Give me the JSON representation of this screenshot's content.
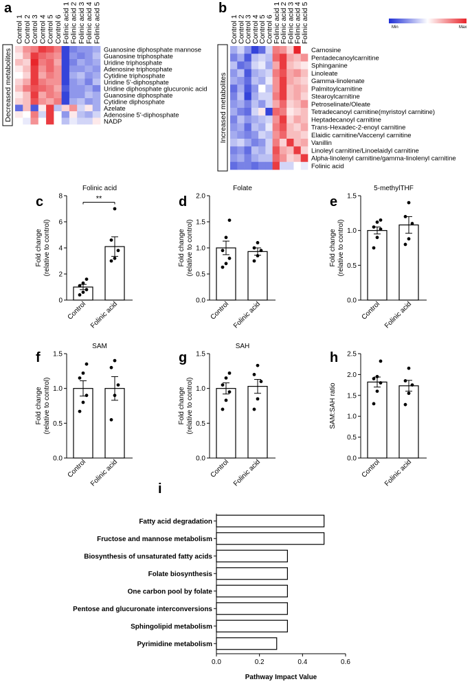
{
  "colors": {
    "min": "#1f2fd6",
    "mid": "#ffffff",
    "max": "#e8252b"
  },
  "chart_data": [
    {
      "panel": "a",
      "type": "heatmap",
      "legend_label": "Decreased metabolites",
      "columns": [
        "Control 1",
        "Control 2",
        "Control 3",
        "Control 4",
        "Control 5",
        "Control 6",
        "Folinic acid 1",
        "Folinic acid 2",
        "Folinic acid 3",
        "Folinic acid 4",
        "Folinic acid 5"
      ],
      "rows": [
        "Guanosine diphosphate mannose",
        "Guanosine triphosphate",
        "Uridine triphosphate",
        "Adenosine triphosphate",
        "Cytidine triphosphate",
        "Uridine 5'-diphosphate",
        "Uridine diphosphate glucuronic acid",
        "Guanosine diphosphate",
        "Cytidine diphosphate",
        "Azelate",
        "Adenosine 5'-diphosphate",
        "NADP"
      ],
      "values": [
        [
          0.2,
          0.5,
          0.6,
          0.9,
          0.8,
          0.6,
          -0.9,
          -0.6,
          -0.5,
          -0.5,
          -0.4
        ],
        [
          0.1,
          0.4,
          0.9,
          0.7,
          0.6,
          0.5,
          -0.9,
          -0.5,
          -0.6,
          -0.5,
          -0.3
        ],
        [
          0.3,
          0.2,
          1.0,
          0.6,
          0.7,
          0.4,
          -0.9,
          -0.6,
          -0.4,
          -0.5,
          -0.4
        ],
        [
          0.1,
          0.3,
          0.9,
          0.5,
          0.7,
          0.5,
          -0.9,
          -0.5,
          -0.5,
          -0.4,
          -0.5
        ],
        [
          0.0,
          0.2,
          0.9,
          0.4,
          0.6,
          0.5,
          -0.9,
          -0.4,
          -0.3,
          -0.5,
          -0.4
        ],
        [
          0.2,
          0.4,
          0.9,
          0.6,
          0.5,
          0.5,
          -0.9,
          -0.5,
          -0.4,
          -0.6,
          -0.3
        ],
        [
          0.3,
          0.6,
          0.8,
          0.7,
          0.6,
          0.4,
          -0.8,
          -0.5,
          -0.5,
          -0.4,
          -0.6
        ],
        [
          0.1,
          0.3,
          0.9,
          0.4,
          0.6,
          0.5,
          -0.9,
          -0.5,
          -0.5,
          -0.3,
          -0.4
        ],
        [
          0.2,
          0.3,
          0.8,
          0.5,
          0.4,
          0.6,
          -0.9,
          -0.4,
          -0.3,
          -0.5,
          -0.4
        ],
        [
          -0.7,
          0.3,
          -0.8,
          0.1,
          0.9,
          -0.3,
          0.2,
          0.5,
          -0.2,
          0.1,
          -0.4
        ],
        [
          0.1,
          0.0,
          0.6,
          -0.2,
          0.9,
          0.0,
          -0.5,
          0.1,
          -0.3,
          -0.4,
          -0.2
        ],
        [
          0.0,
          -0.1,
          0.5,
          0.0,
          0.9,
          0.0,
          -0.3,
          -0.1,
          -0.2,
          -0.2,
          0.1
        ]
      ]
    },
    {
      "panel": "b",
      "type": "heatmap",
      "legend_label": "Increased metabolites",
      "scale_min": "Min",
      "scale_max": "Max",
      "columns": [
        "Control 1",
        "Control 2",
        "Control 3",
        "Control 4",
        "Control 5",
        "Control 6",
        "Folinic acid 1",
        "Folinic acid 2",
        "Folinic acid 3",
        "Folinic acid 4",
        "Folinic acid 5"
      ],
      "rows": [
        "Carnosine",
        "Pentadecanoylcarnitine",
        "Sphinganine",
        "Linoleate",
        "Gamma-linolenate",
        "Palmitoylcarnitine",
        "Stearoylcarnitine",
        "Petroselinate/Oleate",
        "Tetradecanoyl carnitine(myristoyl carnitine)",
        "Heptadecanoyl carnitine",
        "Trans-Hexadec-2-enoyl carnitine",
        "Elaidic carnitine/Vaccenyl carnitine",
        "Vanillin",
        "Linoleyl carnitine/Linoelaidyl carnitine",
        "Alpha-linolenyl carnitine/gamma-linolenyl carnitine",
        "Folinic acid"
      ],
      "values": [
        [
          -0.4,
          -0.2,
          -0.5,
          -0.9,
          -0.7,
          -0.2,
          0.6,
          0.5,
          0.2,
          1.0,
          0.0
        ],
        [
          -0.6,
          -0.4,
          -0.8,
          -0.3,
          -0.2,
          -0.3,
          0.7,
          0.9,
          0.4,
          0.3,
          0.5
        ],
        [
          -0.3,
          -0.7,
          -0.6,
          -0.2,
          -0.1,
          -0.4,
          0.4,
          0.9,
          0.3,
          0.2,
          0.1
        ],
        [
          -0.5,
          -0.3,
          -0.8,
          -0.4,
          -0.3,
          -0.2,
          0.6,
          0.8,
          0.4,
          0.5,
          0.3
        ],
        [
          -0.4,
          -0.5,
          -0.7,
          -0.3,
          -0.4,
          -0.1,
          0.5,
          0.9,
          0.4,
          0.3,
          0.2
        ],
        [
          -0.7,
          -0.4,
          -0.8,
          -0.5,
          0.0,
          -0.3,
          0.5,
          0.9,
          0.3,
          0.4,
          0.3
        ],
        [
          -0.6,
          -0.3,
          -0.9,
          -0.4,
          -0.2,
          -0.2,
          0.6,
          0.9,
          0.3,
          0.4,
          0.2
        ],
        [
          -0.5,
          -0.4,
          -0.6,
          -0.3,
          -0.5,
          -0.2,
          0.4,
          0.7,
          0.2,
          0.3,
          0.5
        ],
        [
          -0.4,
          -0.6,
          -0.7,
          -0.2,
          0.1,
          -0.9,
          0.7,
          0.6,
          0.1,
          0.2,
          0.3
        ],
        [
          -0.6,
          -0.3,
          -0.5,
          -0.4,
          -0.3,
          -0.2,
          0.5,
          0.9,
          0.2,
          0.4,
          0.3
        ],
        [
          -0.5,
          -0.4,
          -0.7,
          -0.3,
          -0.4,
          -0.1,
          0.6,
          0.8,
          0.3,
          0.2,
          0.4
        ],
        [
          -0.4,
          -0.5,
          -0.6,
          -0.5,
          -0.2,
          -0.3,
          0.5,
          0.7,
          0.3,
          0.3,
          0.2
        ],
        [
          -0.3,
          -0.2,
          -0.4,
          -0.6,
          -0.5,
          -0.2,
          0.6,
          0.2,
          0.9,
          0.3,
          0.4
        ],
        [
          -0.6,
          -0.5,
          -0.7,
          -0.3,
          -0.4,
          -0.2,
          0.8,
          0.4,
          0.3,
          0.9,
          0.2
        ],
        [
          -0.5,
          -0.4,
          -0.6,
          -0.4,
          -0.3,
          -0.3,
          0.7,
          0.5,
          0.2,
          0.3,
          0.9
        ],
        [
          -0.7,
          -0.6,
          -0.6,
          -0.7,
          -0.6,
          -0.6,
          0.9,
          -0.2,
          -0.2,
          0.0,
          -0.1
        ]
      ]
    },
    {
      "panel": "c",
      "type": "bar",
      "title": "Folinic acid",
      "categories": [
        "Control",
        "Folinic acid"
      ],
      "values": [
        1.0,
        4.1
      ],
      "sem": [
        0.2,
        0.75
      ],
      "points": [
        [
          0.4,
          0.6,
          0.8,
          1.1,
          1.3,
          1.6
        ],
        [
          3.0,
          3.2,
          3.8,
          4.6,
          7.0
        ]
      ],
      "ylabel": "Fold change",
      "ylabel2": "(relative to control)",
      "ylim": [
        0,
        8
      ],
      "yticks": [
        0,
        2,
        4,
        6,
        8
      ],
      "significance": "**"
    },
    {
      "panel": "d",
      "type": "bar",
      "title": "Folate",
      "categories": [
        "Control",
        "Folinic acid"
      ],
      "values": [
        1.0,
        0.93
      ],
      "sem": [
        0.13,
        0.07
      ],
      "points": [
        [
          0.63,
          0.7,
          0.8,
          0.95,
          1.2,
          1.53
        ],
        [
          0.75,
          0.85,
          0.95,
          1.0,
          1.1
        ]
      ],
      "ylabel": "Fold change",
      "ylabel2": "(relative to control)",
      "ylim": [
        0,
        2.0
      ],
      "yticks": [
        0.0,
        0.5,
        1.0,
        1.5,
        2.0
      ]
    },
    {
      "panel": "e",
      "type": "bar",
      "title": "5-methylTHF",
      "categories": [
        "Control",
        "Folinic acid"
      ],
      "values": [
        1.0,
        1.08
      ],
      "sem": [
        0.05,
        0.12
      ],
      "points": [
        [
          0.75,
          0.9,
          1.02,
          1.05,
          1.12,
          1.15
        ],
        [
          0.8,
          0.88,
          1.1,
          1.2,
          1.4
        ]
      ],
      "ylabel": "Fold change",
      "ylabel2": "(relative to control)",
      "ylim": [
        0,
        1.5
      ],
      "yticks": [
        0.0,
        0.5,
        1.0,
        1.5
      ]
    },
    {
      "panel": "f",
      "type": "bar",
      "title": "SAM",
      "categories": [
        "Control",
        "Folinic acid"
      ],
      "values": [
        1.0,
        1.0
      ],
      "sem": [
        0.11,
        0.17
      ],
      "points": [
        [
          0.67,
          0.8,
          0.9,
          1.15,
          1.22,
          1.35
        ],
        [
          0.55,
          0.9,
          1.05,
          1.3,
          1.4
        ]
      ],
      "ylabel": "Fold change",
      "ylabel2": "(relative to control)",
      "ylim": [
        0,
        1.5
      ],
      "yticks": [
        0.0,
        0.5,
        1.0,
        1.5
      ]
    },
    {
      "panel": "g",
      "type": "bar",
      "title": "SAH",
      "categories": [
        "Control",
        "Folinic acid"
      ],
      "values": [
        1.0,
        1.03
      ],
      "sem": [
        0.08,
        0.1
      ],
      "points": [
        [
          0.7,
          0.83,
          0.95,
          1.05,
          1.15,
          1.22
        ],
        [
          0.7,
          0.85,
          1.1,
          1.2,
          1.33
        ]
      ],
      "ylabel": "Fold change",
      "ylabel2": "(relative to control)",
      "ylim": [
        0,
        1.5
      ],
      "yticks": [
        0.0,
        0.5,
        1.0,
        1.5
      ]
    },
    {
      "panel": "h",
      "type": "bar",
      "title": "",
      "categories": [
        "Control",
        "Folinic acid"
      ],
      "values": [
        1.82,
        1.73
      ],
      "sem": [
        0.12,
        0.13
      ],
      "points": [
        [
          1.3,
          1.6,
          1.8,
          1.9,
          1.95,
          2.32
        ],
        [
          1.28,
          1.55,
          1.75,
          1.85,
          2.15
        ]
      ],
      "ylabel": "SAM:SAH ratio",
      "ylabel2": "",
      "ylim": [
        0,
        2.5
      ],
      "yticks": [
        0.0,
        0.5,
        1.0,
        1.5,
        2.0,
        2.5
      ]
    },
    {
      "panel": "i",
      "type": "bar",
      "orientation": "horizontal",
      "categories": [
        "Fatty acid degradation",
        "Fructose and mannose metabolism",
        "Biosynthesis of unsaturated fatty acids",
        "Folate biosynthesis",
        "One carbon pool by folate",
        "Pentose and glucuronate interconversions",
        "Sphingolipid metabolism",
        "Pyrimidine metabolism"
      ],
      "values": [
        0.5,
        0.5,
        0.33,
        0.33,
        0.33,
        0.33,
        0.33,
        0.28
      ],
      "xlabel": "Pathway Impact Value",
      "xlim": [
        0,
        0.6
      ],
      "xticks": [
        0.0,
        0.2,
        0.4,
        0.6
      ]
    }
  ]
}
